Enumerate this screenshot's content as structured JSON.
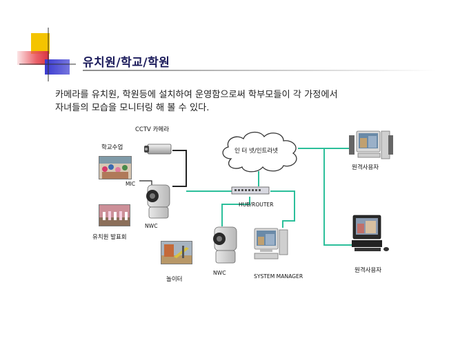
{
  "slide": {
    "title": "유치원/학교/학원",
    "description_line1": "카메라를 유치원, 학원등에 설치하여 운영함으로써 학부모들이 각 가정에서",
    "description_line2": "자녀들의 모습을 모니터링 해 볼 수 있다."
  },
  "diagram": {
    "cctv_label": "CCTV 카메라",
    "class_label": "학교수업",
    "mic_label": "MIC",
    "nwc_label_left": "NWC",
    "recital_label": "유치원 발표회",
    "playground_label": "놀이터",
    "nwc_label_center": "NWC",
    "internet_label": "인 터 넷/인트라넷",
    "hub_label": "HUB/ROUTER",
    "system_manager_label": "SYSTEM MANAGER",
    "remote_user_top_label": "원격사용자",
    "remote_user_bottom_label": "원격사용자"
  },
  "colors": {
    "network_line": "#2bbf9a",
    "title_text": "#1a1a5a",
    "decor_yellow": "#f4c400",
    "decor_red": "#e8505a",
    "decor_blue": "#3a3ad0"
  }
}
